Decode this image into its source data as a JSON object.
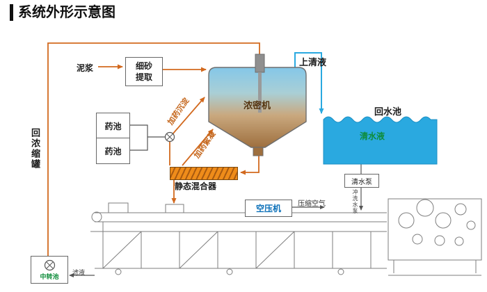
{
  "title": "系统外形示意图",
  "colors": {
    "flow_orange": "#d2691e",
    "water_blue": "#2aa9e0",
    "tank_brown": "#9e6f3e",
    "green_text": "#0e8c3a",
    "blue_text": "#0a6fb8"
  },
  "labels": {
    "mud": "泥浆",
    "sand_extraction": "细砂提取",
    "supernatant": "上清液",
    "thickener": "浓密机",
    "return_water_pool": "回水池",
    "clear_water": "清水液",
    "chem_tank_1": "药池",
    "chem_tank_2": "药池",
    "dose_sedimentation": "加药沉淀",
    "dose_flocculation": "加药絮凝",
    "return_to_thickener": "回浓缩罐",
    "static_mixer": "静态混合器",
    "air_compressor": "空压机",
    "compressed_air": "压缩空气",
    "clear_water_pump": "清水泵",
    "flush_water_pump": "冲洗水泵",
    "transfer_pool": "中转池",
    "filtrate": "滤液"
  }
}
